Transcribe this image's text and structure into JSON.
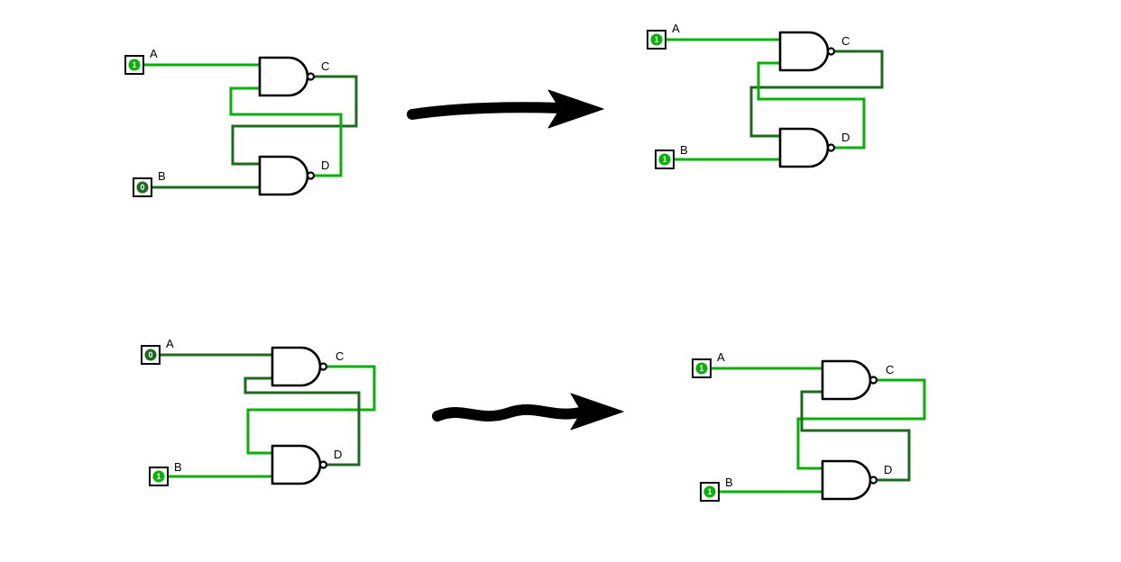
{
  "palette": {
    "logic_high": "#04b104",
    "logic_low": "#1c6b1c",
    "gate_stroke": "#000000",
    "annotation": "#000000",
    "background": "#ffffff"
  },
  "circuits": [
    {
      "name": "sr-latch-top-left",
      "input_a": {
        "label": "A",
        "value": "1",
        "color": "#04b104"
      },
      "input_b": {
        "label": "B",
        "value": "0",
        "color": "#1c6b1c"
      },
      "output_c": {
        "label": "C",
        "color": "#1c6b1c"
      },
      "output_d": {
        "label": "D",
        "color": "#04b104"
      }
    },
    {
      "name": "sr-latch-top-right",
      "input_a": {
        "label": "A",
        "value": "1",
        "color": "#04b104"
      },
      "input_b": {
        "label": "B",
        "value": "1",
        "color": "#04b104"
      },
      "output_c": {
        "label": "C",
        "color": "#1c6b1c"
      },
      "output_d": {
        "label": "D",
        "color": "#04b104"
      }
    },
    {
      "name": "sr-latch-bottom-left",
      "input_a": {
        "label": "A",
        "value": "0",
        "color": "#1c6b1c"
      },
      "input_b": {
        "label": "B",
        "value": "1",
        "color": "#04b104"
      },
      "output_c": {
        "label": "C",
        "color": "#04b104"
      },
      "output_d": {
        "label": "D",
        "color": "#1c6b1c"
      }
    },
    {
      "name": "sr-latch-bottom-right",
      "input_a": {
        "label": "A",
        "value": "1",
        "color": "#04b104"
      },
      "input_b": {
        "label": "B",
        "value": "1",
        "color": "#04b104"
      },
      "output_c": {
        "label": "C",
        "color": "#04b104"
      },
      "output_d": {
        "label": "D",
        "color": "#1c6b1c"
      }
    }
  ],
  "arrows": [
    {
      "name": "transition-arrow-top"
    },
    {
      "name": "transition-arrow-bottom"
    }
  ]
}
